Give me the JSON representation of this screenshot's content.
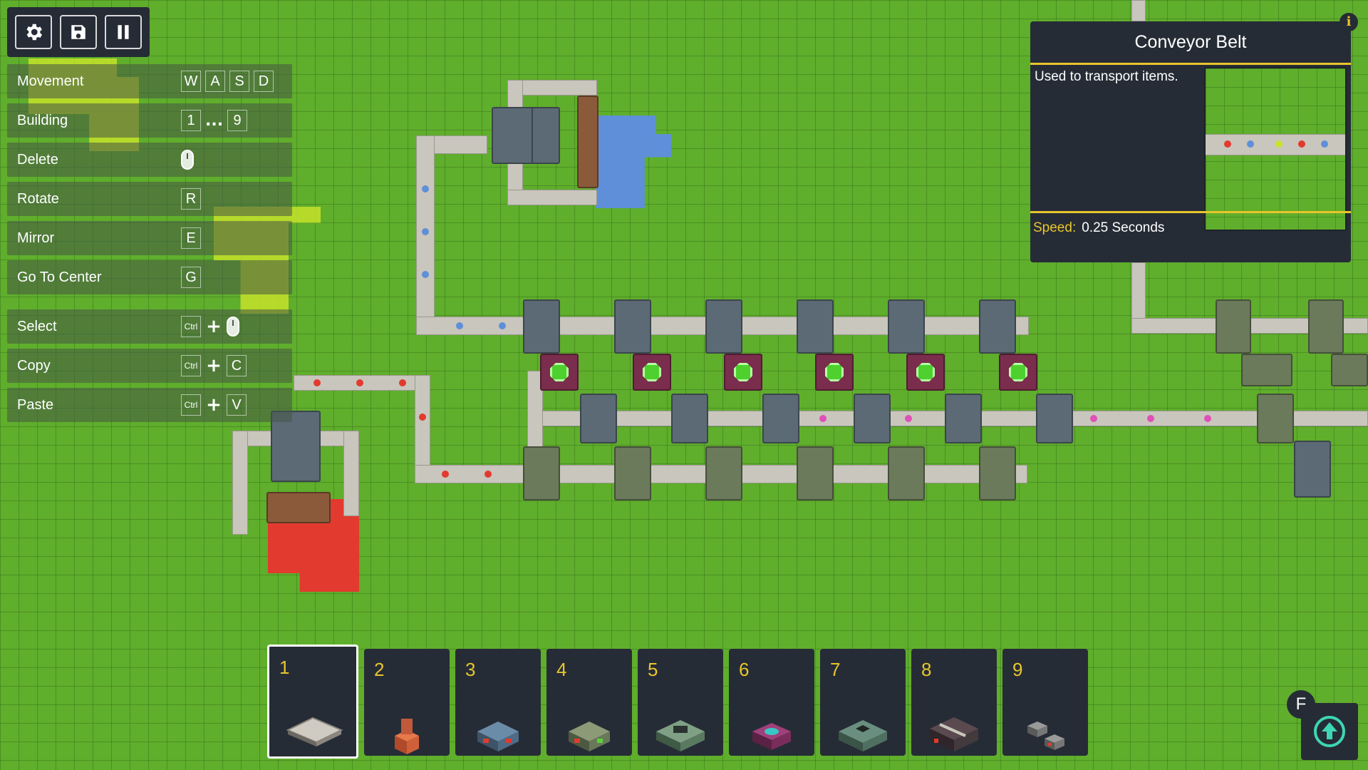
{
  "toolbar": {
    "buttons": [
      {
        "name": "settings-button",
        "icon": "gear-icon"
      },
      {
        "name": "save-button",
        "icon": "floppy-disk-icon"
      },
      {
        "name": "pause-button",
        "icon": "pause-icon"
      }
    ]
  },
  "keybinds": [
    {
      "action": "Movement",
      "keys": [
        "W",
        "A",
        "S",
        "D"
      ]
    },
    {
      "action": "Building",
      "keys": [
        "1",
        "...",
        "9"
      ]
    },
    {
      "action": "Delete",
      "keys": [
        "mouse-right-icon"
      ]
    },
    {
      "action": "Rotate",
      "keys": [
        "R"
      ]
    },
    {
      "action": "Mirror",
      "keys": [
        "E"
      ]
    },
    {
      "action": "Go To Center",
      "keys": [
        "G"
      ]
    },
    {
      "action": "Select",
      "keys": [
        "Ctrl",
        "+",
        "mouse-left-icon"
      ]
    },
    {
      "action": "Copy",
      "keys": [
        "Ctrl",
        "+",
        "C"
      ]
    },
    {
      "action": "Paste",
      "keys": [
        "Ctrl",
        "+",
        "V"
      ]
    }
  ],
  "info_panel": {
    "title": "Conveyor Belt",
    "description": "Used to transport items.",
    "speed_label": "Speed:",
    "speed_value": "0.25 Seconds",
    "info_icon": "i"
  },
  "hotbar": {
    "selected": 1,
    "slots": [
      {
        "number": "1",
        "icon": "conveyor-belt-icon"
      },
      {
        "number": "2",
        "icon": "miner-icon"
      },
      {
        "number": "3",
        "icon": "splitter-icon"
      },
      {
        "number": "4",
        "icon": "merger-icon"
      },
      {
        "number": "5",
        "icon": "assembler-icon"
      },
      {
        "number": "6",
        "icon": "smelter-icon"
      },
      {
        "number": "7",
        "icon": "crossing-icon"
      },
      {
        "number": "8",
        "icon": "factory-icon"
      },
      {
        "number": "9",
        "icon": "blocks-icon"
      }
    ]
  },
  "bottom_right": {
    "key": "F",
    "icon": "arrow-up-circle-icon"
  },
  "colors": {
    "panel": "#262c36",
    "accent": "#e7c62b",
    "grass": "#5fae2c",
    "red_ore": "#e23a2e",
    "blue_ore": "#5f8fd8",
    "yellow_ore": "#c6e22a",
    "smelter_core": "#4ed12e",
    "pink_item": "#e04fb8"
  }
}
